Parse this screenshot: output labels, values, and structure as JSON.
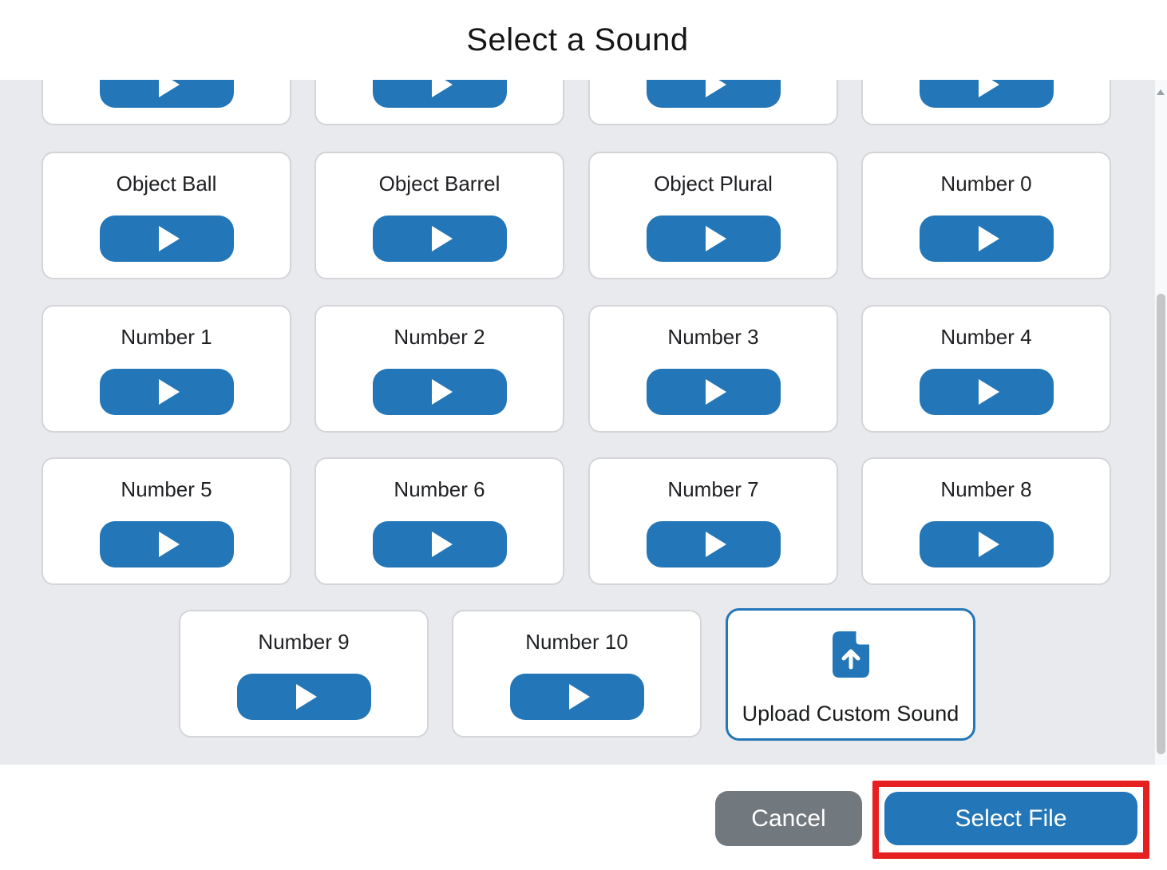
{
  "dialog": {
    "title": "Select a Sound"
  },
  "grid": {
    "partial_top_row_cards": 4,
    "rows": [
      [
        "Object Ball",
        "Object Barrel",
        "Object Plural",
        "Number 0"
      ],
      [
        "Number 1",
        "Number 2",
        "Number 3",
        "Number 4"
      ],
      [
        "Number 5",
        "Number 6",
        "Number 7",
        "Number 8"
      ],
      [
        "Number 9",
        "Number 10"
      ]
    ],
    "upload_card": {
      "label": "Upload Custom Sound",
      "icon": "file-upload-icon"
    }
  },
  "footer": {
    "cancel_label": "Cancel",
    "select_file_label": "Select File"
  },
  "annotation": {
    "shape": "red-highlight-box",
    "target": "select-file-button",
    "color": "#e62020"
  },
  "colors": {
    "accent_blue": "#2376b7",
    "cancel_gray": "#71787e",
    "content_background": "#e8eaed",
    "highlight_red": "#e62020"
  }
}
